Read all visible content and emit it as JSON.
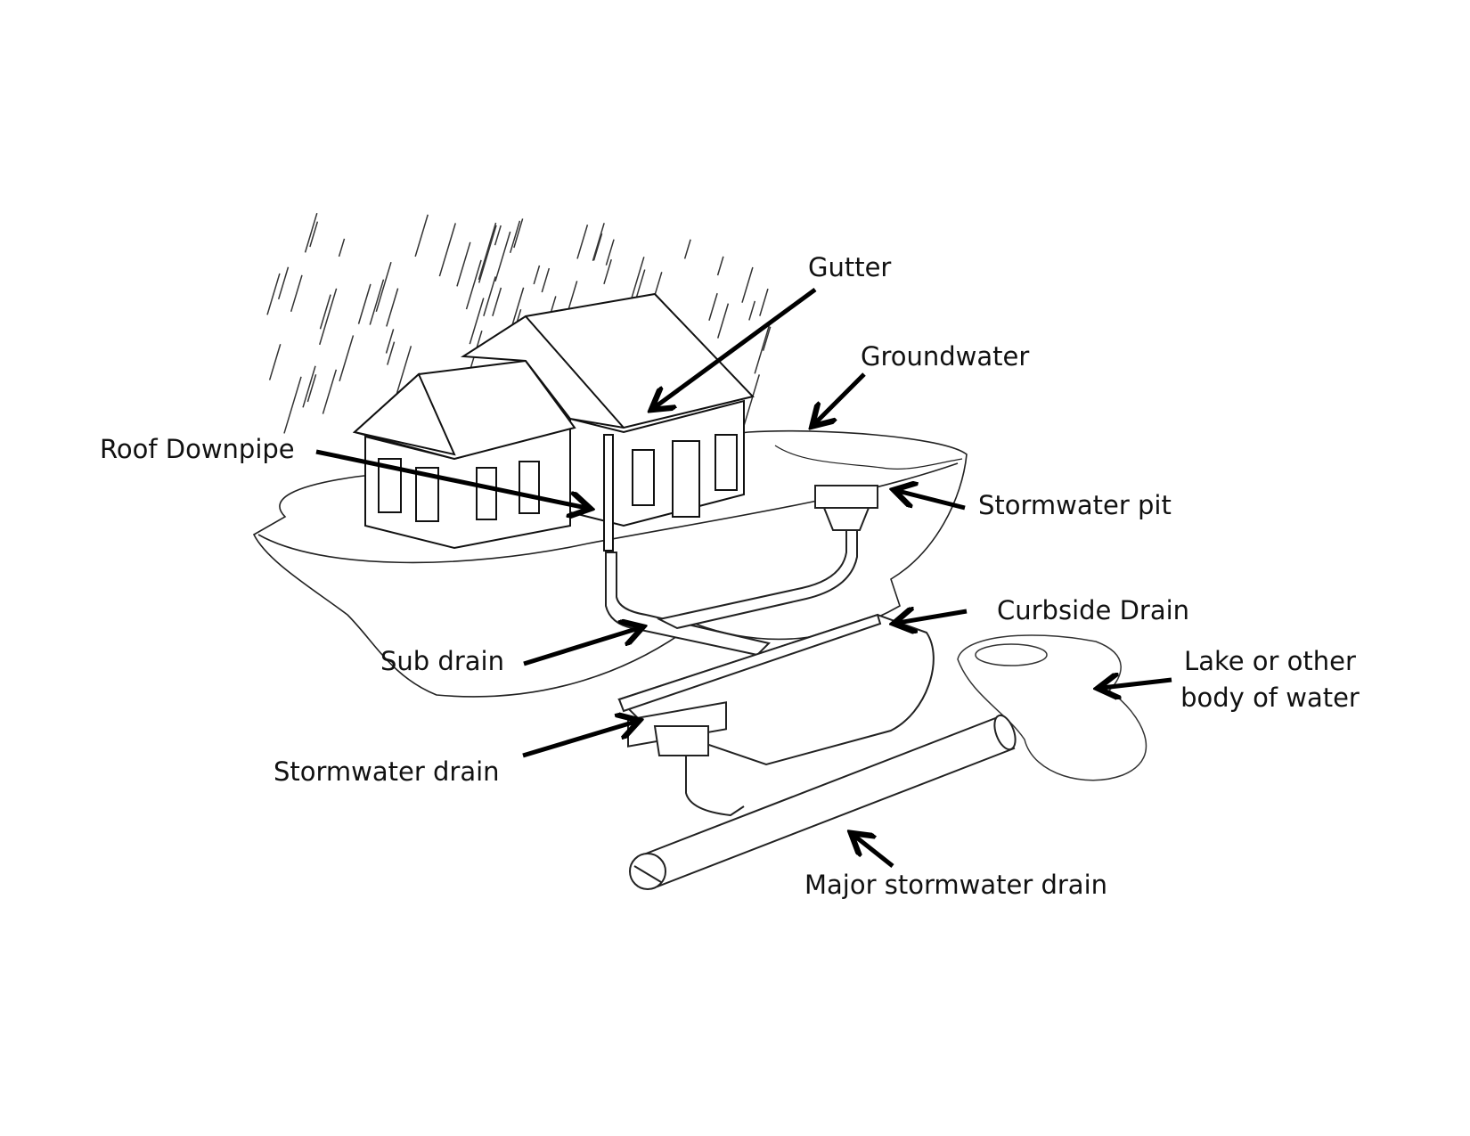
{
  "title": "Stormwater drainage system diagram",
  "labels": {
    "gutter": "Gutter",
    "groundwater": "Groundwater",
    "roof_downpipe": "Roof Downpipe",
    "stormwater_pit": "Stormwater pit",
    "curbside_drain": "Curbside Drain",
    "sub_drain": "Sub drain",
    "lake_line1": "Lake or other",
    "lake_line2": "body of water",
    "stormwater_drain": "Stormwater drain",
    "major_stormwater_drain": "Major stormwater drain"
  },
  "colors": {
    "ink": "#111111",
    "background": "#ffffff"
  }
}
